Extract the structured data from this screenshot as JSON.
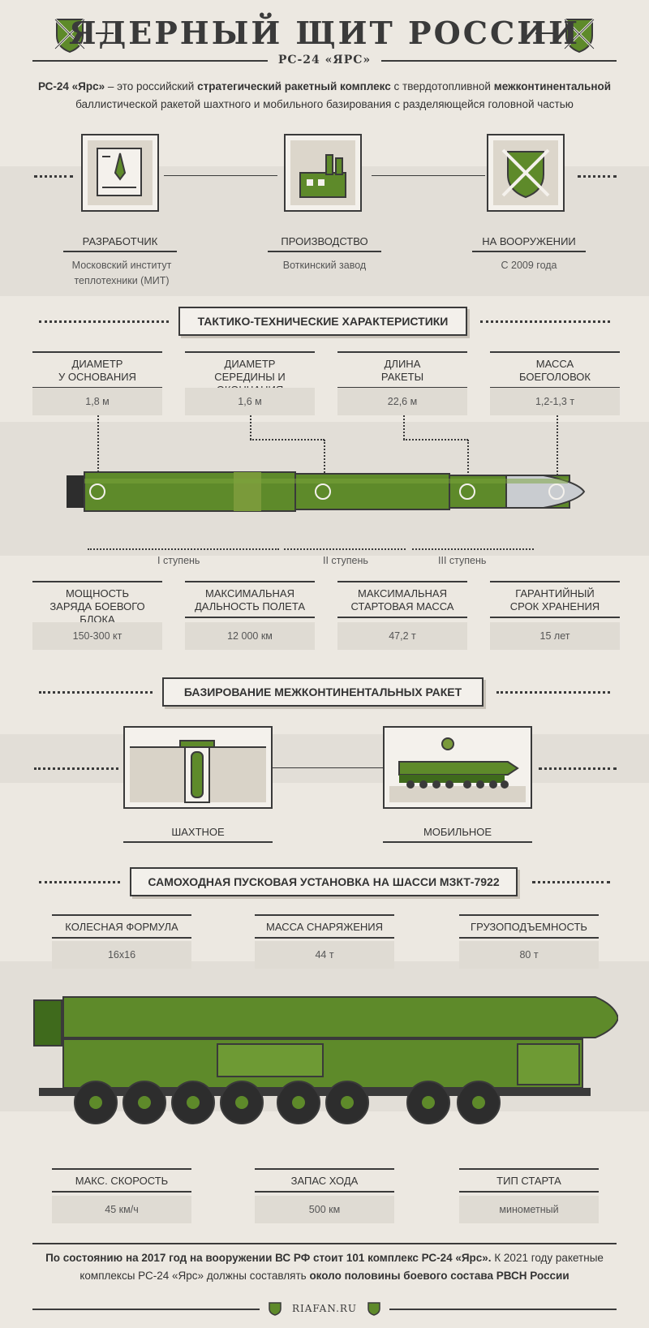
{
  "header": {
    "title": "ЯДЕРНЫЙ ЩИТ РОССИИ",
    "subtitle": "РС-24 «ЯРС»"
  },
  "intro": {
    "p1_bold": "РС-24 «Ярс»",
    "p2": " – это российский ",
    "p3_bold": "стратегический ракетный комплекс",
    "p4": " с твердотопливной ",
    "p5_bold": "межконтинентальной",
    "p6": " баллистической ракетой шахтного и мобильного базирования с разделяющейся головной частью"
  },
  "origin": [
    {
      "title": "РАЗРАБОТЧИК",
      "value": "Московский институт теплотехники (МИТ)",
      "icon": "drafting-icon"
    },
    {
      "title": "ПРОИЗВОДСТВО",
      "value": "Воткинский завод",
      "icon": "factory-icon"
    },
    {
      "title": "НА ВООРУЖЕНИИ",
      "value": "С 2009 года",
      "icon": "crossed-swords-shield-icon"
    }
  ],
  "tth": {
    "title": "ТАКТИКО-ТЕХНИЧЕСКИЕ ХАРАКТЕРИСТИКИ",
    "top": [
      {
        "l1": "ДИАМЕТР",
        "l2": "У ОСНОВАНИЯ",
        "value": "1,8 м"
      },
      {
        "l1": "ДИАМЕТР",
        "l2": "СЕРЕДИНЫ И ОКОНЧАНИЯ",
        "value": "1,6 м"
      },
      {
        "l1": "ДЛИНА",
        "l2": "РАКЕТЫ",
        "value": "22,6 м"
      },
      {
        "l1": "МАССА",
        "l2": "БОЕГОЛОВОК",
        "value": "1,2-1,3 т"
      }
    ],
    "stages": [
      "I ступень",
      "II ступень",
      "III ступень"
    ],
    "bottom": [
      {
        "l1": "МОЩНОСТЬ",
        "l2": "ЗАРЯДА БОЕВОГО БЛОКА",
        "value": "150-300 кт"
      },
      {
        "l1": "МАКСИМАЛЬНАЯ",
        "l2": "ДАЛЬНОСТЬ ПОЛЕТА",
        "value": "12 000 км"
      },
      {
        "l1": "МАКСИМАЛЬНАЯ",
        "l2": "СТАРТОВАЯ МАССА",
        "value": "47,2 т"
      },
      {
        "l1": "ГАРАНТИЙНЫЙ",
        "l2": "СРОК ХРАНЕНИЯ",
        "value": "15 лет"
      }
    ]
  },
  "basing": {
    "title": "БАЗИРОВАНИЕ МЕЖКОНТИНЕНТАЛЬНЫХ РАКЕТ",
    "items": [
      {
        "label": "ШАХТНОЕ",
        "icon": "silo-icon"
      },
      {
        "label": "МОБИЛЬНОЕ",
        "icon": "mobile-launcher-icon"
      }
    ]
  },
  "launcher": {
    "title": "САМОХОДНАЯ ПУСКОВАЯ УСТАНОВКА НА ШАССИ МЗКТ-7922",
    "top": [
      {
        "label": "КОЛЕСНАЯ ФОРМУЛА",
        "value": "16x16"
      },
      {
        "label": "МАССА СНАРЯЖЕНИЯ",
        "value": "44 т"
      },
      {
        "label": "ГРУЗОПОДЪЕМНОСТЬ",
        "value": "80 т"
      }
    ],
    "bottom": [
      {
        "label": "МАКС. СКОРОСТЬ",
        "value": "45 км/ч"
      },
      {
        "label": "ЗАПАС ХОДА",
        "value": "500 км"
      },
      {
        "label": "ТИП СТАРТА",
        "value": "минометный"
      }
    ]
  },
  "footer": {
    "f1": "По состоянию на 2017 год на вооружении ВС РФ стоит 101 комплекс РС-24 «Ярс».",
    "f2": " К 2021 году ракетные комплексы РС-24 «Ярс» должны составлять ",
    "f3": "около половины боевого состава РВСН России"
  },
  "site": "RIAFAN.RU",
  "colors": {
    "olive": "#5e8a2a",
    "olive_dark": "#3f6a1c",
    "ink": "#3a3a3a",
    "paper": "#ece8e1"
  }
}
